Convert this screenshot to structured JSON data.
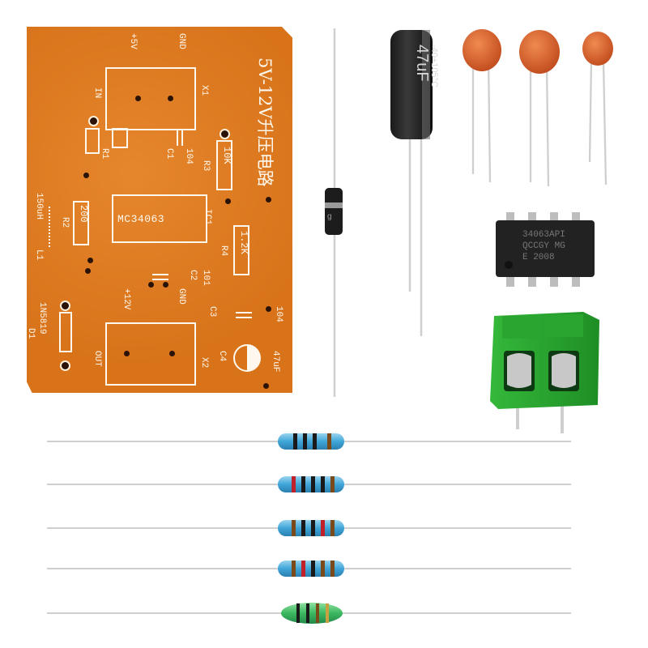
{
  "pcb": {
    "title": "5V-12V升压电路",
    "ic_label": "MC34063",
    "labels": {
      "plus5v": "+5V",
      "gnd_top": "GND",
      "in": "IN",
      "x1": "X1",
      "r1": "R1",
      "c1": "C1",
      "c1_val": "104",
      "r3": "R3",
      "r3_val": "10K",
      "l1": "L1",
      "l1_val": "150uH",
      "r2": "R2",
      "r2_val": "200",
      "ic1": "IC1",
      "r4": "R4",
      "r4_val": "1.2K",
      "c2": "C2",
      "c2_val": "101",
      "plus12v": "+12V",
      "gnd_bottom": "GND",
      "c3": "C3",
      "c3_val": "104",
      "d1": "D1",
      "d1_val": "1N5819",
      "out": "OUT",
      "x2": "X2",
      "c4": "C4",
      "c4_val": "47uF"
    }
  },
  "components": {
    "electrolytic_cap": {
      "print_top": "47uF",
      "print_side": "-40+105°C"
    },
    "ic_chip": {
      "marking1": "34063API",
      "marking2": "QCCGY MG",
      "marking3": "E 2008"
    },
    "diode": {
      "band": "g"
    }
  }
}
